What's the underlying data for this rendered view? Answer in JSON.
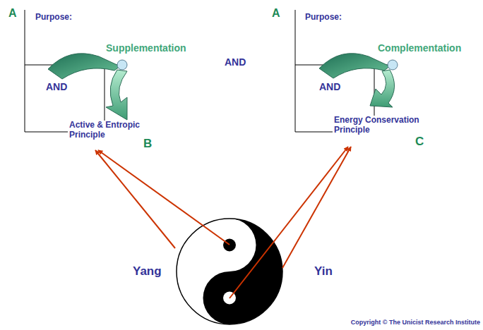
{
  "diagram": {
    "nodes": [
      {
        "text": [
          "A",
          "Purpose:",
          "Supplementation",
          "AND",
          "Active & Entropic Principle",
          "B"
        ]
      },
      {
        "text": [
          "A",
          "Purpose:",
          "Complementation",
          "AND",
          "Energy Conservation Principle",
          "C"
        ]
      },
      {
        "text": [
          "Yang",
          "Yin"
        ]
      }
    ],
    "edges": [
      {
        "from": 2,
        "to": 0,
        "arrow": "to"
      },
      {
        "from": 2,
        "to": 0,
        "arrow": "to"
      },
      {
        "from": 2,
        "to": 1,
        "arrow": "to"
      },
      {
        "from": 2,
        "to": 1,
        "arrow": "to"
      }
    ],
    "labels": [
      "AND",
      "Copyright © The Unicist Research Institute"
    ]
  }
}
